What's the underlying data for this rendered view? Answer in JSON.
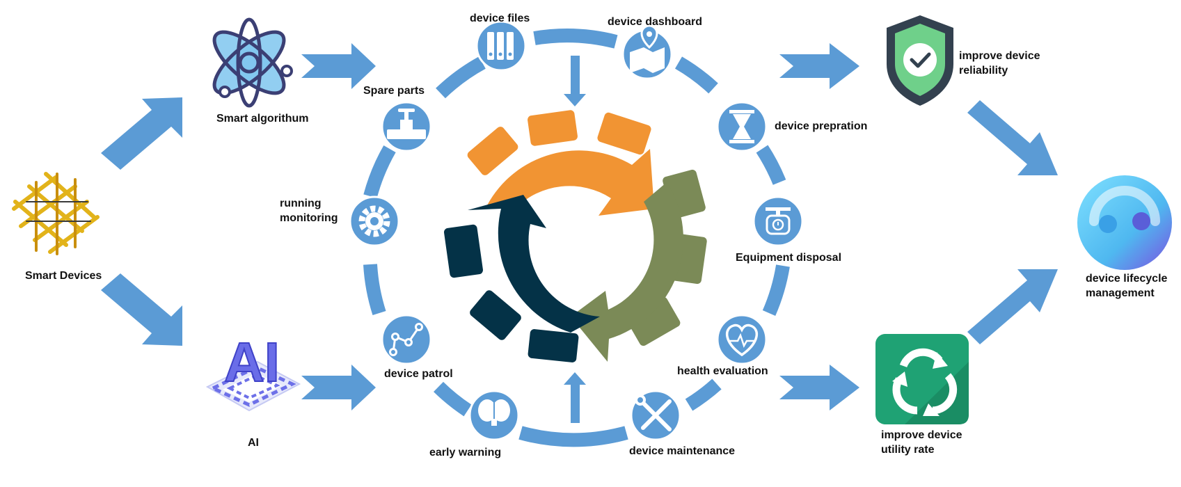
{
  "colors": {
    "arrow": "#5b9bd5",
    "ring": "#5b9bd5",
    "node": "#5b9bd5",
    "orange": "#f19433",
    "olive": "#7b8a57",
    "navy": "#043247",
    "shield": "#33414f",
    "shield_fill": "#6fd08a",
    "recycle": "#1fa274",
    "lifecycle": "#5cc8f2"
  },
  "labels": {
    "smart_devices": "Smart Devices",
    "smart_algorithm": "Smart algorithum",
    "ai": "AI",
    "ai_icon_text": "AI",
    "device_files": "device files",
    "device_dashboard": "device dashboard",
    "spare_parts": "Spare parts",
    "device_prepration": "device prepration",
    "running_monitoring": "running monitoring",
    "equipment_disposal": "Equipment disposal",
    "device_patrol": "device patrol",
    "health_evaluation": "health evaluation",
    "early_warning": "early warning",
    "device_maintenance": "device maintenance",
    "improve_reliability": "improve device reliability",
    "improve_utility": "improve device utility rate",
    "lifecycle": "device lifecycle management"
  }
}
